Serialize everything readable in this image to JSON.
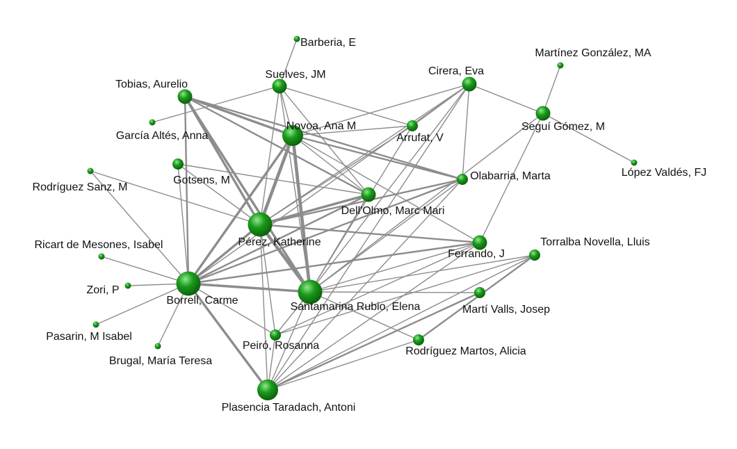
{
  "diagram": {
    "type": "coauthorship-network",
    "colors": {
      "node": "#1a9a1a",
      "node_highlight": "#8ee88e",
      "node_shadow": "#0b5e0b",
      "edge": "#8c8c8c",
      "label": "#111111"
    },
    "nodes": [
      {
        "id": "barberia",
        "label": "Barberia, E",
        "importance": 1
      },
      {
        "id": "suelves",
        "label": "Suelves, JM",
        "importance": 3
      },
      {
        "id": "tobias",
        "label": "Tobias, Aurelio",
        "importance": 3
      },
      {
        "id": "cirera",
        "label": "Cirera, Eva",
        "importance": 3
      },
      {
        "id": "martinez",
        "label": "Martínez González, MA",
        "importance": 1
      },
      {
        "id": "segui",
        "label": "Seguí Gómez, M",
        "importance": 3
      },
      {
        "id": "lopez",
        "label": "López Valdés, FJ",
        "importance": 1
      },
      {
        "id": "garcia",
        "label": "García Altés, Anna",
        "importance": 1
      },
      {
        "id": "novoa",
        "label": "Novoa, Ana M",
        "importance": 4
      },
      {
        "id": "arrufat",
        "label": "Arrufat, V",
        "importance": 2
      },
      {
        "id": "gotsens",
        "label": "Gotsens, M",
        "importance": 2
      },
      {
        "id": "rodsanz",
        "label": "Rodríguez Sanz, M",
        "importance": 1
      },
      {
        "id": "olabarria",
        "label": "Olabarria, Marta",
        "importance": 2
      },
      {
        "id": "dellolmo",
        "label": "Dell'Olmo, Marc Mari",
        "importance": 3
      },
      {
        "id": "perez",
        "label": "Pérez, Katherine",
        "importance": 5
      },
      {
        "id": "ricart",
        "label": "Ricart de Mesones, Isabel",
        "importance": 1
      },
      {
        "id": "ferrando",
        "label": "Ferrando, J",
        "importance": 3
      },
      {
        "id": "torralba",
        "label": "Torralba Novella, Lluis",
        "importance": 2
      },
      {
        "id": "zori",
        "label": "Zori, P",
        "importance": 1
      },
      {
        "id": "borrell",
        "label": "Borrell, Carme",
        "importance": 5
      },
      {
        "id": "santamarina",
        "label": "Santamarina Rubio, Elena",
        "importance": 5
      },
      {
        "id": "marti",
        "label": "Martí Valls, Josep",
        "importance": 2
      },
      {
        "id": "pasarin",
        "label": "Pasarin, M Isabel",
        "importance": 1
      },
      {
        "id": "brugal",
        "label": "Brugal, María Teresa",
        "importance": 1
      },
      {
        "id": "peiro",
        "label": "Peiró, Rosanna",
        "importance": 2
      },
      {
        "id": "rodmartos",
        "label": "Rodríguez Martos, Alicia",
        "importance": 2
      },
      {
        "id": "plasencia",
        "label": "Plasencia Taradach, Antoni",
        "importance": 4
      }
    ],
    "edges": [
      {
        "source": "barberia",
        "target": "suelves",
        "weight": 1
      },
      {
        "source": "suelves",
        "target": "garcia",
        "weight": 1
      },
      {
        "source": "suelves",
        "target": "novoa",
        "weight": 1
      },
      {
        "source": "suelves",
        "target": "arrufat",
        "weight": 1
      },
      {
        "source": "suelves",
        "target": "dellolmo",
        "weight": 1
      },
      {
        "source": "suelves",
        "target": "perez",
        "weight": 1
      },
      {
        "source": "suelves",
        "target": "santamarina",
        "weight": 1
      },
      {
        "source": "tobias",
        "target": "novoa",
        "weight": 3
      },
      {
        "source": "tobias",
        "target": "perez",
        "weight": 3
      },
      {
        "source": "tobias",
        "target": "borrell",
        "weight": 2
      },
      {
        "source": "tobias",
        "target": "santamarina",
        "weight": 3
      },
      {
        "source": "tobias",
        "target": "dellolmo",
        "weight": 2
      },
      {
        "source": "tobias",
        "target": "olabarria",
        "weight": 2
      },
      {
        "source": "cirera",
        "target": "novoa",
        "weight": 1
      },
      {
        "source": "cirera",
        "target": "arrufat",
        "weight": 1
      },
      {
        "source": "cirera",
        "target": "segui",
        "weight": 1
      },
      {
        "source": "cirera",
        "target": "olabarria",
        "weight": 1
      },
      {
        "source": "cirera",
        "target": "santamarina",
        "weight": 1
      },
      {
        "source": "cirera",
        "target": "plasencia",
        "weight": 1
      },
      {
        "source": "cirera",
        "target": "perez",
        "weight": 1
      },
      {
        "source": "cirera",
        "target": "borrell",
        "weight": 1
      },
      {
        "source": "martinez",
        "target": "segui",
        "weight": 1
      },
      {
        "source": "segui",
        "target": "lopez",
        "weight": 1
      },
      {
        "source": "segui",
        "target": "ferrando",
        "weight": 1
      },
      {
        "source": "segui",
        "target": "santamarina",
        "weight": 1
      },
      {
        "source": "novoa",
        "target": "arrufat",
        "weight": 1
      },
      {
        "source": "novoa",
        "target": "olabarria",
        "weight": 2
      },
      {
        "source": "novoa",
        "target": "dellolmo",
        "weight": 1
      },
      {
        "source": "novoa",
        "target": "perez",
        "weight": 4
      },
      {
        "source": "novoa",
        "target": "santamarina",
        "weight": 4
      },
      {
        "source": "novoa",
        "target": "borrell",
        "weight": 3
      },
      {
        "source": "novoa",
        "target": "ferrando",
        "weight": 1
      },
      {
        "source": "arrufat",
        "target": "santamarina",
        "weight": 1
      },
      {
        "source": "arrufat",
        "target": "perez",
        "weight": 1
      },
      {
        "source": "gotsens",
        "target": "dellolmo",
        "weight": 1
      },
      {
        "source": "gotsens",
        "target": "perez",
        "weight": 1
      },
      {
        "source": "gotsens",
        "target": "borrell",
        "weight": 1
      },
      {
        "source": "rodsanz",
        "target": "perez",
        "weight": 1
      },
      {
        "source": "rodsanz",
        "target": "borrell",
        "weight": 1
      },
      {
        "source": "olabarria",
        "target": "perez",
        "weight": 2
      },
      {
        "source": "olabarria",
        "target": "borrell",
        "weight": 2
      },
      {
        "source": "olabarria",
        "target": "santamarina",
        "weight": 1
      },
      {
        "source": "olabarria",
        "target": "plasencia",
        "weight": 1
      },
      {
        "source": "dellolmo",
        "target": "perez",
        "weight": 3
      },
      {
        "source": "dellolmo",
        "target": "borrell",
        "weight": 2
      },
      {
        "source": "dellolmo",
        "target": "santamarina",
        "weight": 1
      },
      {
        "source": "perez",
        "target": "borrell",
        "weight": 3
      },
      {
        "source": "perez",
        "target": "santamarina",
        "weight": 4
      },
      {
        "source": "perez",
        "target": "ferrando",
        "weight": 2
      },
      {
        "source": "perez",
        "target": "peiro",
        "weight": 1
      },
      {
        "source": "perez",
        "target": "plasencia",
        "weight": 1
      },
      {
        "source": "ricart",
        "target": "borrell",
        "weight": 1
      },
      {
        "source": "zori",
        "target": "borrell",
        "weight": 1
      },
      {
        "source": "pasarin",
        "target": "borrell",
        "weight": 1
      },
      {
        "source": "brugal",
        "target": "borrell",
        "weight": 1
      },
      {
        "source": "borrell",
        "target": "santamarina",
        "weight": 3
      },
      {
        "source": "borrell",
        "target": "ferrando",
        "weight": 2
      },
      {
        "source": "borrell",
        "target": "plasencia",
        "weight": 3
      },
      {
        "source": "borrell",
        "target": "peiro",
        "weight": 1
      },
      {
        "source": "santamarina",
        "target": "ferrando",
        "weight": 1
      },
      {
        "source": "santamarina",
        "target": "torralba",
        "weight": 1
      },
      {
        "source": "santamarina",
        "target": "marti",
        "weight": 1
      },
      {
        "source": "santamarina",
        "target": "rodmartos",
        "weight": 1
      },
      {
        "source": "santamarina",
        "target": "plasencia",
        "weight": 1
      },
      {
        "source": "santamarina",
        "target": "peiro",
        "weight": 1
      },
      {
        "source": "plasencia",
        "target": "torralba",
        "weight": 1
      },
      {
        "source": "plasencia",
        "target": "marti",
        "weight": 2
      },
      {
        "source": "plasencia",
        "target": "rodmartos",
        "weight": 1
      },
      {
        "source": "plasencia",
        "target": "ferrando",
        "weight": 1
      },
      {
        "source": "plasencia",
        "target": "peiro",
        "weight": 1
      },
      {
        "source": "torralba",
        "target": "rodmartos",
        "weight": 2
      },
      {
        "source": "torralba",
        "target": "peiro",
        "weight": 1
      },
      {
        "source": "ferrando",
        "target": "peiro",
        "weight": 1
      }
    ]
  }
}
